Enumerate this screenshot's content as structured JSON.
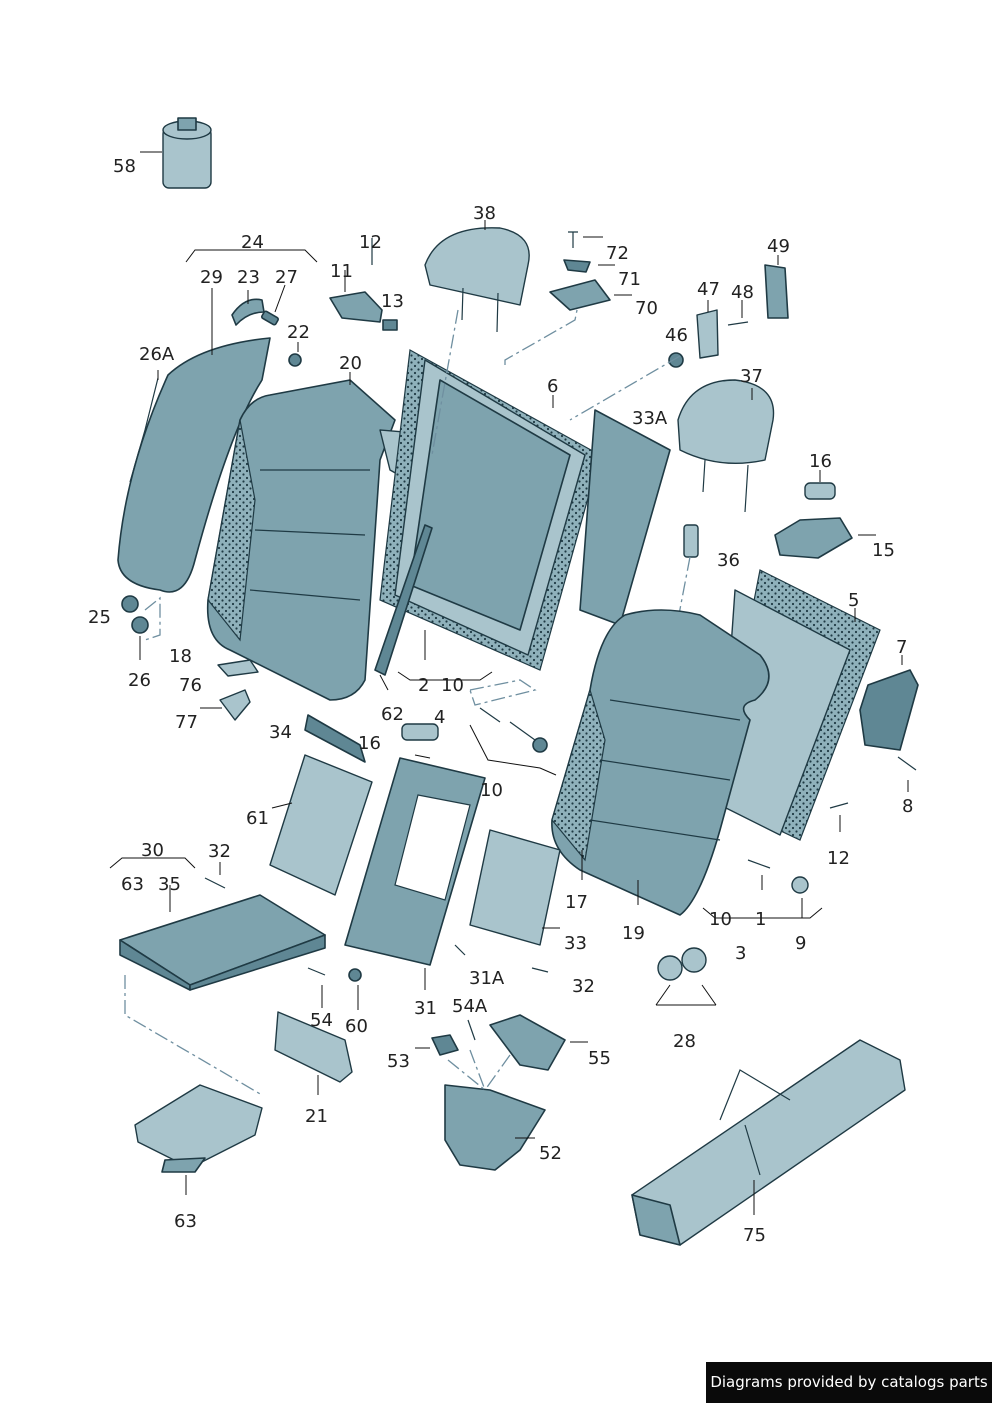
{
  "diagram": {
    "callouts": {
      "c58": "58",
      "c24": "24",
      "c29": "29",
      "c23": "23",
      "c27": "27",
      "c22": "22",
      "c26A": "26A",
      "c20": "20",
      "c12a": "12",
      "c11": "11",
      "c13": "13",
      "c38": "38",
      "c72": "72",
      "c71": "71",
      "c70": "70",
      "c49": "49",
      "c47": "47",
      "c48": "48",
      "c46": "46",
      "c6": "6",
      "c33A": "33A",
      "c37": "37",
      "c16a": "16",
      "c15": "15",
      "c36": "36",
      "c25": "25",
      "c18": "18",
      "c26": "26",
      "c76": "76",
      "c77": "77",
      "c2": "2",
      "c10a": "10",
      "c5": "5",
      "c7": "7",
      "c8": "8",
      "c12b": "12",
      "c34": "34",
      "c62": "62",
      "c4": "4",
      "c16b": "16",
      "c10b": "10",
      "c61": "61",
      "c17": "17",
      "c19": "19",
      "c10c": "10",
      "c1": "1",
      "c3": "3",
      "c9": "9",
      "c30": "30",
      "c63a": "63",
      "c35": "35",
      "c32a": "32",
      "c33": "33",
      "c31A": "31A",
      "c32b": "32",
      "c31": "31",
      "c54": "54",
      "c60": "60",
      "c54A": "54A",
      "c53": "53",
      "c55": "55",
      "c28": "28",
      "c21": "21",
      "c52": "52",
      "c63b": "63",
      "c75": "75"
    },
    "colors": {
      "part": "#7ea3ae",
      "outline": "#1f3a44",
      "dashline": "#6f8fa0"
    }
  },
  "footer": {
    "text": "Diagrams provided by catalogs parts"
  }
}
